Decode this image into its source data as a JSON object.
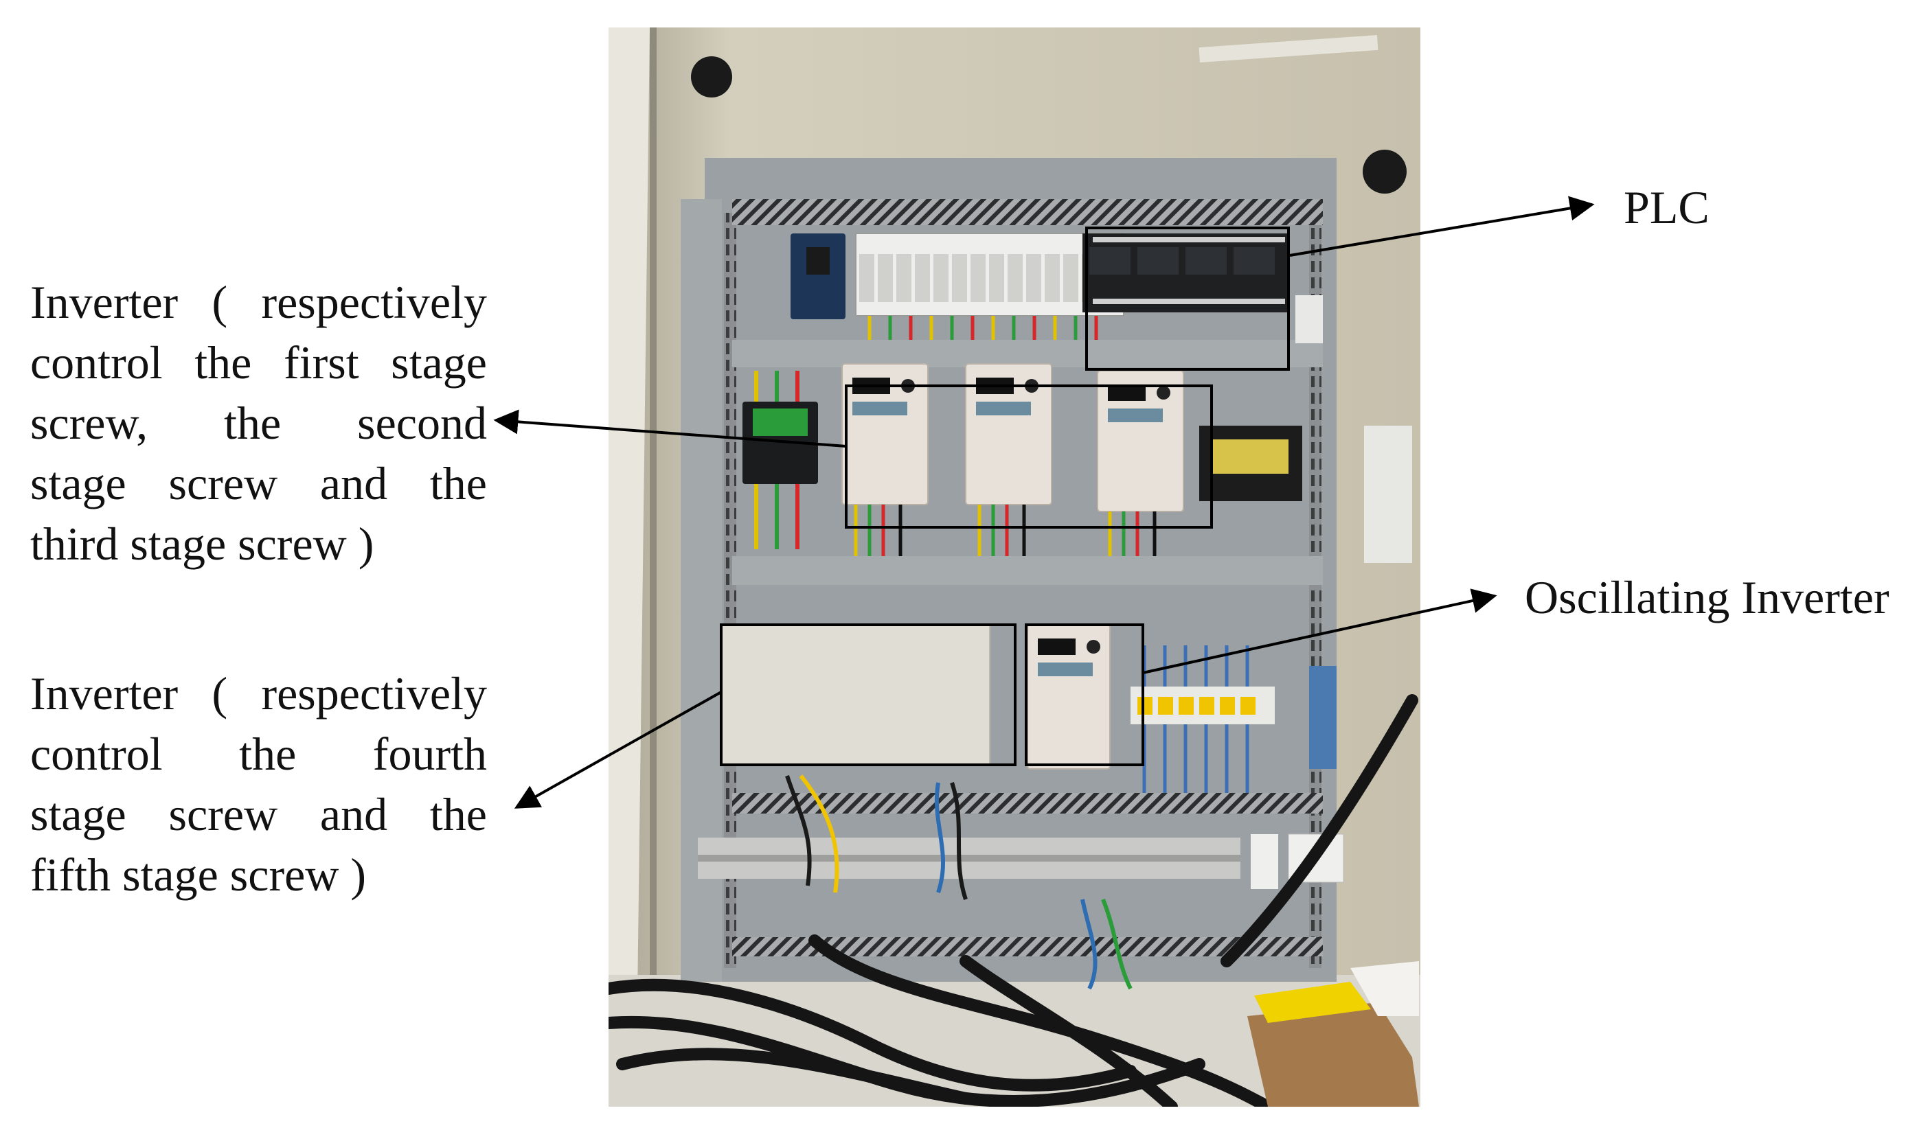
{
  "labels": {
    "inverter_top": [
      "Inverter ( respectively",
      "control the first stage",
      "screw,  the  second",
      "stage screw and the",
      "third stage screw )"
    ],
    "inverter_bottom": [
      "Inverter ( respectively",
      "control the fourth",
      "stage screw and the",
      "fifth stage screw )"
    ],
    "plc": "PLC",
    "oscillating": "Oscillating Inverter"
  },
  "colors": {
    "panel_grey": "#9ea1a3",
    "cabinet_beige": "#cbc5b2",
    "inverter_body": "#e8e1d9",
    "plc_black": "#1e2022",
    "cable_black": "#151515",
    "arrow": "#000000"
  }
}
